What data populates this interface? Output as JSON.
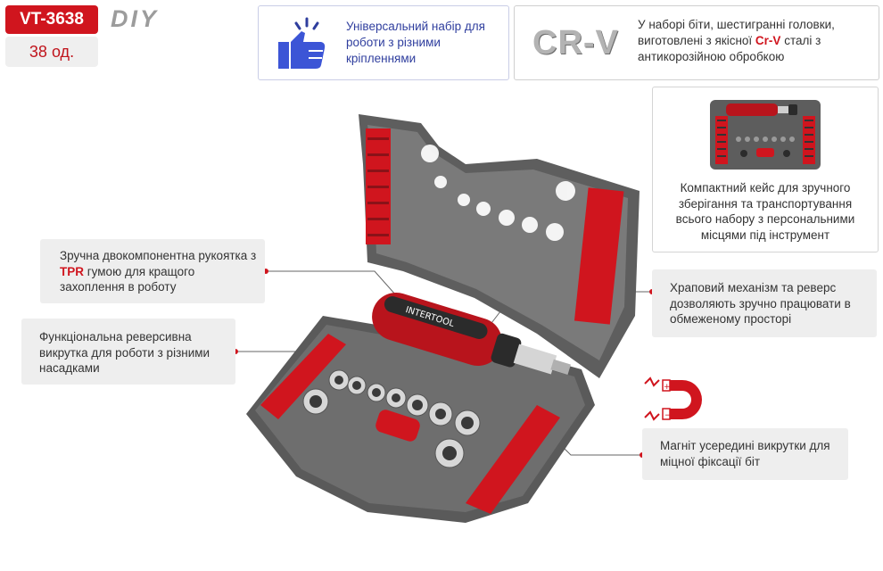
{
  "header": {
    "model_code": "VT-3638",
    "item_count": "38 од.",
    "series": "DIY"
  },
  "features": {
    "universal": {
      "icon": "thumbs-up-icon",
      "text": "Універсальний набір для роботи з різними кріпленнями"
    },
    "material": {
      "logo": "CR-V",
      "text_before": "У наборі біти, шестигранні головки, виготовлені з якісної ",
      "highlight": "Cr-V",
      "text_after": " сталі з антикорозійною обробкою"
    },
    "case": {
      "text": "Компактний кейс для зручного зберігання та транспортування всього набору з персональними місцями під інструмент"
    }
  },
  "callouts": {
    "handle": {
      "text_before": "Зручна двокомпонентна рукоятка з ",
      "highlight": "TPR",
      "text_after": " гумою для кращого захоплення в роботу"
    },
    "reversible": {
      "text": "Функціональна реверсивна викрутка для роботи з різними насадками"
    },
    "ratchet": {
      "text": "Храповий механізм та реверс дозволяють зручно працювати в обмеженому просторі"
    },
    "magnet": {
      "text": "Магніт усередині викрутки для міцної фіксації біт",
      "icon": "magnet-icon"
    }
  },
  "product": {
    "brand": "INTERTOOL"
  },
  "colors": {
    "accent": "#d0151e",
    "blue": "#2f3e9e",
    "callout_bg": "#eeeeee",
    "case_gray": "#5d5d5d"
  }
}
